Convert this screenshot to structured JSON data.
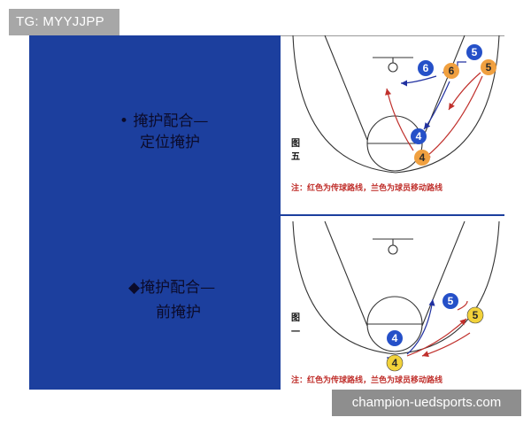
{
  "top_tag": {
    "text": "TG: MYYJJPP"
  },
  "left_panel": {
    "bullet_1": "•",
    "line_1": "掩护配合—",
    "line_2": "定位掩护",
    "bullet_2": "◆",
    "line_3": "掩护配合—",
    "line_4": "前掩护"
  },
  "diagram_top": {
    "figure_label_line1": "图",
    "figure_label_line2": "五",
    "note": "注：红色为传球路线，兰色为球员移动路线",
    "players": [
      {
        "number": "5",
        "color": "blue"
      },
      {
        "number": "6",
        "color": "blue"
      },
      {
        "number": "6",
        "color": "orange"
      },
      {
        "number": "5",
        "color": "orange"
      },
      {
        "number": "4",
        "color": "blue"
      },
      {
        "number": "4",
        "color": "orange"
      }
    ]
  },
  "diagram_bottom": {
    "figure_label_line1": "图",
    "figure_label_line2": "一",
    "note": "注：红色为传球路线，兰色为球员移动路线",
    "players": [
      {
        "number": "5",
        "color": "blue"
      },
      {
        "number": "5",
        "color": "yellow"
      },
      {
        "number": "4",
        "color": "blue"
      },
      {
        "number": "4",
        "color": "yellow"
      }
    ]
  },
  "colors": {
    "panel_blue": "#1c3f9e",
    "player_blue": "#2550c8",
    "player_orange": "#f0a040",
    "player_yellow": "#f2d23a",
    "pass_red": "#c0302c",
    "move_blue": "#2030a0"
  },
  "bottom_watermark": {
    "text": "champion-uedsports.com"
  }
}
